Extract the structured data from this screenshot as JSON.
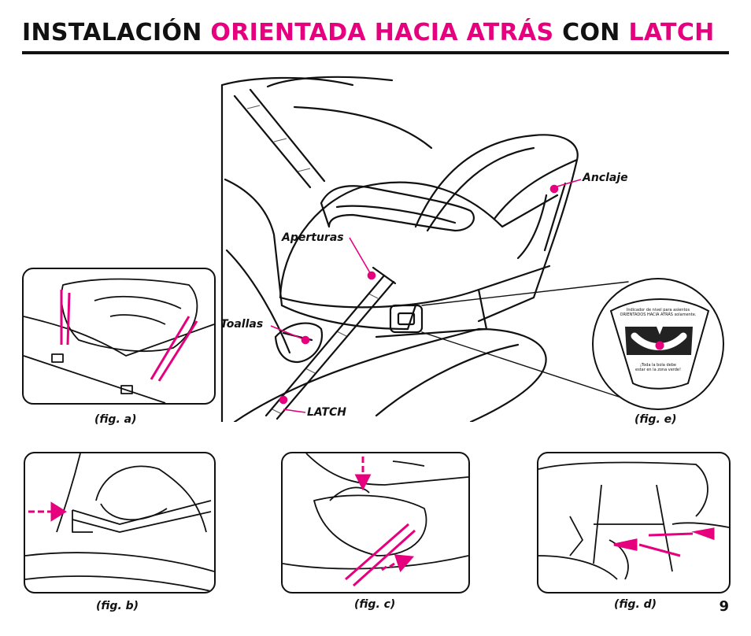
{
  "header": {
    "title_parts": [
      {
        "text": "INSTALACIÓN ",
        "color": "#111111"
      },
      {
        "text": "ORIENTADA HACIA ATRÁS",
        "color": "#e6007e"
      },
      {
        "text": " CON ",
        "color": "#111111"
      },
      {
        "text": "LATCH",
        "color": "#e6007e"
      }
    ]
  },
  "main_illustration": {
    "callouts": {
      "anclaje": "Anclaje",
      "aperturas": "Aperturas",
      "toallas": "Toallas",
      "latch": "LATCH"
    },
    "level_indicator": {
      "top_text_1": "Indicador de nivel para asientos",
      "top_text_2": "ORIENTADOS HACIA ATRÁS solamente.",
      "bottom_text_1": "¡Toda la bola debe",
      "bottom_text_2": "estar en la zona verde!"
    }
  },
  "captions": {
    "fig_a": "(fig. a)",
    "fig_b": "(fig. b)",
    "fig_c": "(fig. c)",
    "fig_d": "(fig. d)",
    "fig_e": "(fig. e)"
  },
  "page_number": "9",
  "colors": {
    "accent": "#e6007e",
    "ink": "#111111"
  }
}
